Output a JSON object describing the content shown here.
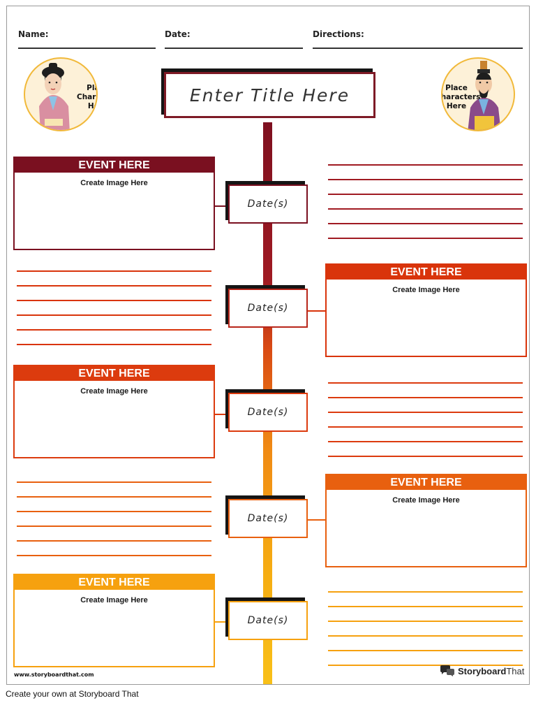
{
  "header": {
    "name_label": "Name:",
    "date_label": "Date:",
    "directions_label": "Directions:"
  },
  "characters": {
    "left_text": "Place Characters Here",
    "right_text": "Place Characters Here"
  },
  "title": "Enter Title Here",
  "events": [
    {
      "heading": "EVENT HERE",
      "body": "Create Image Here",
      "color": "#7a1020"
    },
    {
      "heading": "EVENT HERE",
      "body": "Create Image Here",
      "color": "#d9340b"
    },
    {
      "heading": "EVENT HERE",
      "body": "Create Image Here",
      "color": "#dc3b0e"
    },
    {
      "heading": "EVENT HERE",
      "body": "Create Image Here",
      "color": "#e8600f"
    },
    {
      "heading": "EVENT HERE",
      "body": "Create Image Here",
      "color": "#f6a10f"
    }
  ],
  "dates": [
    "Date(s)",
    "Date(s)",
    "Date(s)",
    "Date(s)",
    "Date(s)"
  ],
  "branding": {
    "site": "www.storyboardthat.com",
    "logo_bold": "Storyboard",
    "logo_light": "That"
  },
  "footer": "Create your own at Storyboard That"
}
